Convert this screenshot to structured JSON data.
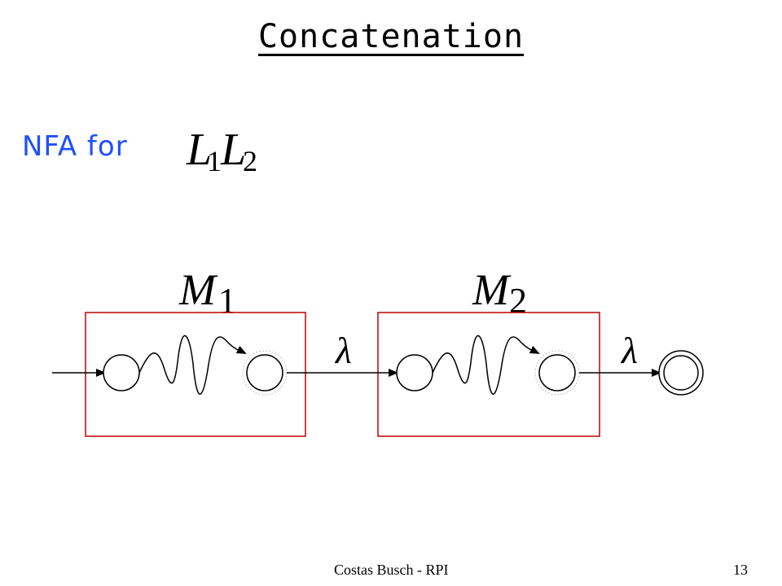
{
  "slide": {
    "title": "Concatenation",
    "subtitle_prefix": "NFA for",
    "footer": {
      "author": "Costas Busch - RPI",
      "page_number": "13"
    }
  },
  "math": {
    "language_expr": {
      "l1_base": "L",
      "l1_sub": "1",
      "l2_base": "L",
      "l2_sub": "2"
    },
    "machine_1": {
      "base": "M",
      "sub": "1"
    },
    "machine_2": {
      "base": "M",
      "sub": "2"
    },
    "lambda_1": "λ",
    "lambda_2": "λ"
  },
  "colors": {
    "title": "#000000",
    "subtitle": "#1f4fff",
    "box_border": "#c00000",
    "line": "#000000",
    "background": "#ffffff"
  }
}
